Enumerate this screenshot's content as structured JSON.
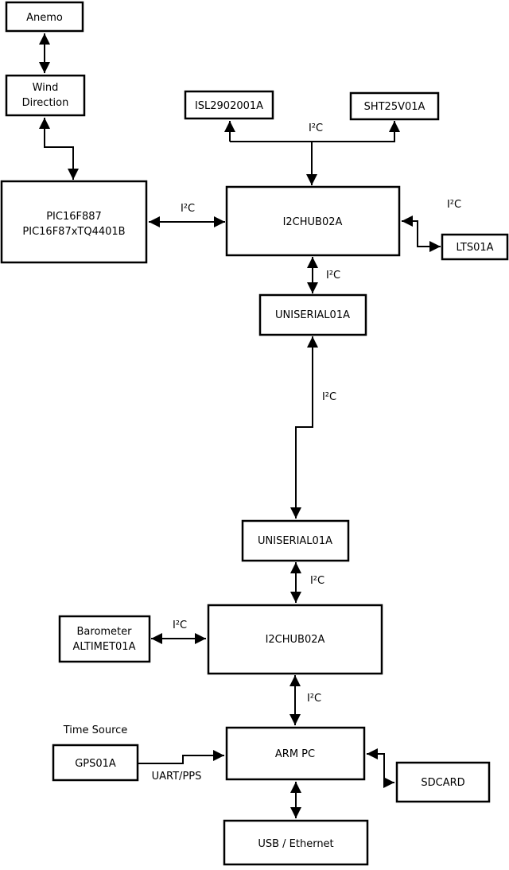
{
  "diagram": {
    "title_hint": "hardware block diagram",
    "colors": {
      "background": "#ffffff",
      "line": "#000000",
      "text": "#000000"
    },
    "nodes": {
      "anemo": {
        "label": "Anemo"
      },
      "wind_direction": {
        "line1": "Wind",
        "line2": "Direction"
      },
      "pic": {
        "line1": "PIC16F887",
        "line2": "PIC16F87xTQ4401B"
      },
      "isl": {
        "label": "ISL2902001A"
      },
      "sht": {
        "label": "SHT25V01A"
      },
      "i2chub_top": {
        "label": "I2CHUB02A"
      },
      "lts": {
        "label": "LTS01A"
      },
      "uniserial_top": {
        "label": "UNISERIAL01A"
      },
      "uniserial_bottom": {
        "label": "UNISERIAL01A"
      },
      "i2chub_bottom": {
        "label": "I2CHUB02A"
      },
      "barometer": {
        "line1": "Barometer",
        "line2": "ALTIMET01A"
      },
      "gps": {
        "label": "GPS01A"
      },
      "arm_pc": {
        "label": "ARM PC"
      },
      "sdcard": {
        "label": "SDCARD"
      },
      "usb_ethernet": {
        "label": "USB / Ethernet"
      }
    },
    "labels": {
      "i2c": "I²C",
      "uart_pps": "UART/PPS",
      "time_source": "Time Source"
    }
  }
}
